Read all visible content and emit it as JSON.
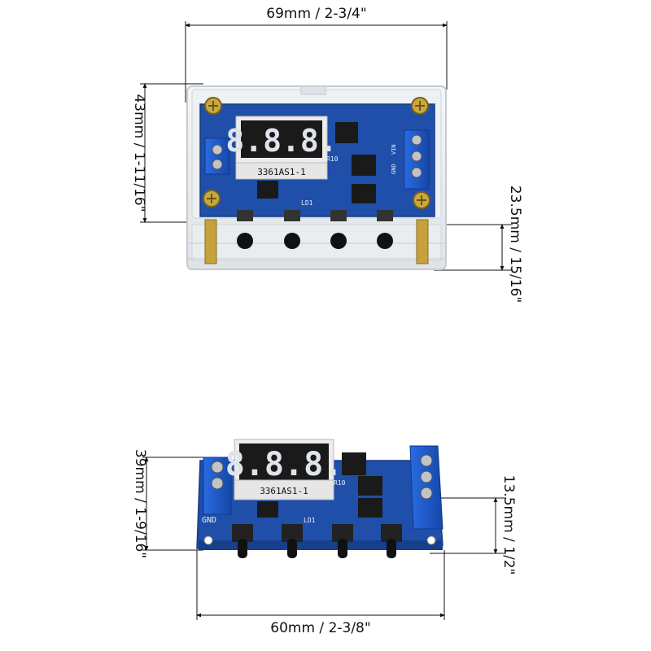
{
  "dimensions": {
    "top_width": "69mm / 2-3/4\"",
    "top_height": "43mm / 1-11/16\"",
    "top_depth": "23.5mm / 15/16\"",
    "bottom_height": "39mm / 1-9/16\"",
    "bottom_depth": "13.5mm / 1/2\"",
    "bottom_width": "60mm / 2-3/8\""
  },
  "board": {
    "display_digits": "8.8.8.",
    "module_label": "3361AS1-1",
    "gnd_label": "GND",
    "led_label": "LD1",
    "terminal_labels": [
      "GND",
      "VIN"
    ],
    "resistor_label": "R10"
  },
  "colors": {
    "pcb": "#1f4fa8",
    "terminal": "#1c5bd6",
    "display_bg": "#1a1a1a",
    "segment_on": "#dfe4ea",
    "button_cap": "#111111"
  }
}
